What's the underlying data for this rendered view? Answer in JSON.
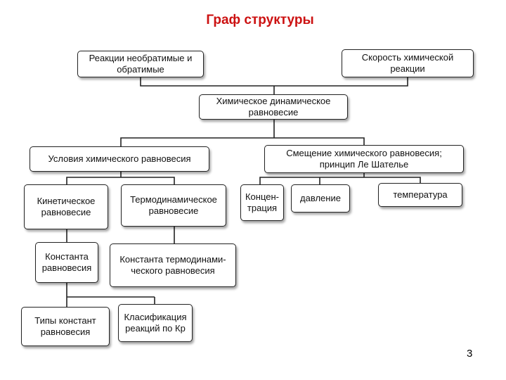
{
  "title": "Граф структуры",
  "nodes": {
    "irreversible": "Реакции необратимые и обратимые",
    "rate": "Скорость химической реакции",
    "dynamic_eq": "Химическое динамическое равновесие",
    "conditions": "Условия химического равновесия",
    "shift": "Смещение химического равновесия; принцип Ле Шателье",
    "kinetic": "Кинетическое равновесие",
    "thermo": "Термодинамическое равновесие",
    "conc": "Концен-трация",
    "pressure": "давление",
    "temperature": "температура",
    "eq_const": "Константа равновесия",
    "thermo_const": "Константа термодинами-ческого равновесия",
    "const_types": "Типы констант равновесия",
    "classification": "Класификация реакций по Кр"
  },
  "page_number": "3"
}
